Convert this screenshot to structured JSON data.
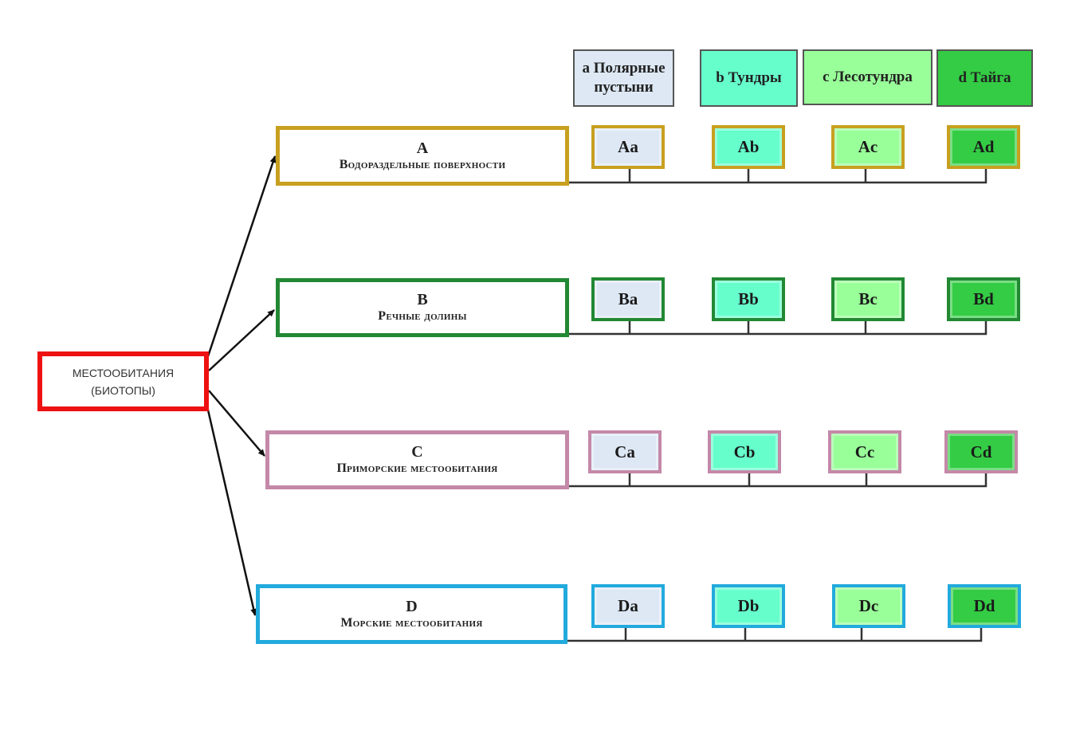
{
  "root": {
    "line1": "МЕСТООБИТАНИЯ",
    "line2": "(БИОТОПЫ)",
    "border_color": "#ee1111"
  },
  "zones": [
    {
      "label": "a Полярные пустыни",
      "line1": "a Полярные",
      "line2": "пустыни",
      "color": "#dde8f4"
    },
    {
      "label": "b Тундры",
      "color": "#66ffcc"
    },
    {
      "label": "c Лесотундра",
      "color": "#99ff99"
    },
    {
      "label": "d Тайга",
      "color": "#33cc44"
    }
  ],
  "habitats": [
    {
      "letter": "A",
      "name": "Водораздельные поверхности",
      "border_color": "#c8a020",
      "cells": [
        "Aa",
        "Ab",
        "Ac",
        "Ad"
      ]
    },
    {
      "letter": "B",
      "name": "Речные долины",
      "border_color": "#228833",
      "cells": [
        "Ba",
        "Bb",
        "Bc",
        "Bd"
      ]
    },
    {
      "letter": "C",
      "name": "Приморские местообитания",
      "border_color": "#c488a8",
      "cells": [
        "Ca",
        "Cb",
        "Cc",
        "Cd"
      ]
    },
    {
      "letter": "D",
      "name": "Морские местообитания",
      "border_color": "#22aadd",
      "cells": [
        "Da",
        "Db",
        "Dc",
        "Dd"
      ]
    }
  ]
}
